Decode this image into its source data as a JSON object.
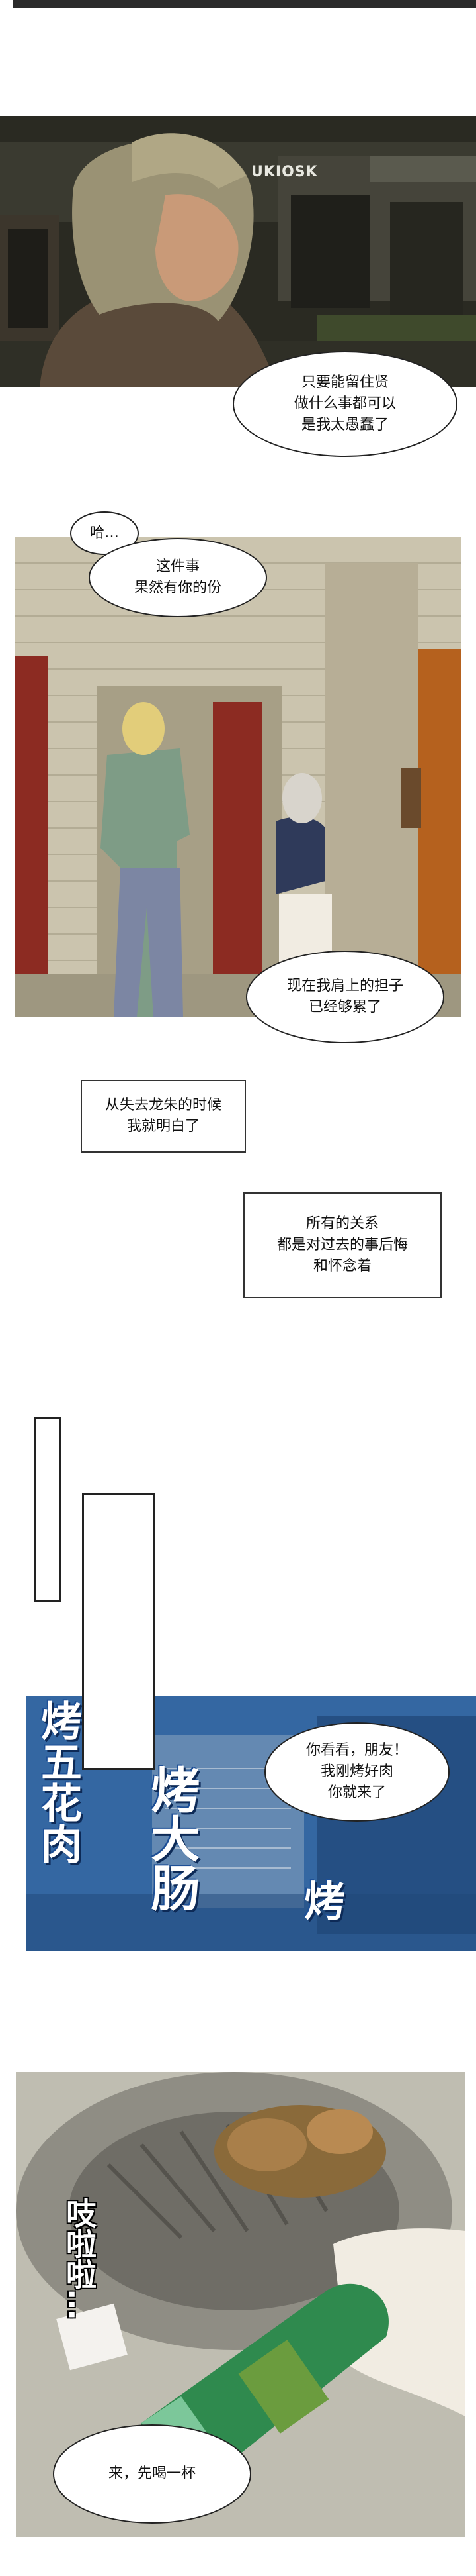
{
  "colors": {
    "night_dark": "#2a2a22",
    "bg_bricks": "#c9c3ad",
    "door_red": "#8c2b22",
    "sign_blue": "#2a5e9e",
    "bottle_green": "#2f8a4e"
  },
  "panel1": {
    "kiosk_sign": "UKIOSK",
    "bubble": "只要能留住贤\n做什么事都可以\n是我太愚蠢了"
  },
  "panel2": {
    "bubble_ha": "哈…",
    "bubble_share": "这件事\n果然有你的份",
    "bubble_burden": "现在我肩上的担子\n已经够累了"
  },
  "narration": {
    "box1": "从失去龙朱的时候\n我就明白了",
    "box2": "所有的关系\n都是对过去的事后悔\n和怀念着"
  },
  "panel3": {
    "sign_col1": "烤五花肉",
    "sign_col2": "烤大肠",
    "sign_col3": "烤",
    "bubble": "你看看，朋友！\n我刚烤好肉\n你就来了"
  },
  "panel4": {
    "sfx": "吱啦啦…",
    "bubble": "来，先喝一杯"
  }
}
